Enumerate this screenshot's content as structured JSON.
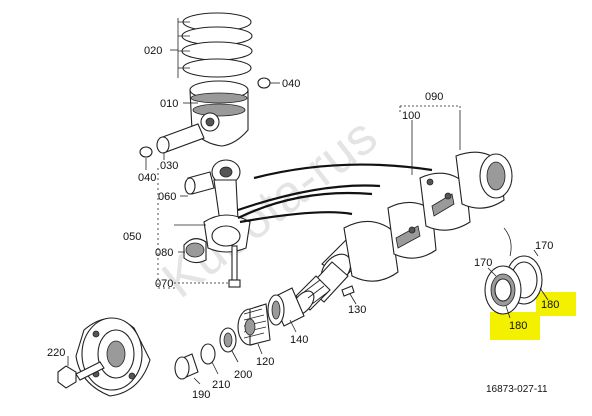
{
  "diagram": {
    "callouts": {
      "c020": "020",
      "c040a": "040",
      "c010": "010",
      "c030": "030",
      "c040b": "040",
      "c060": "060",
      "c050": "050",
      "c080": "080",
      "c070": "070",
      "c090": "090",
      "c100": "100",
      "c170a": "170",
      "c170b": "170",
      "c180a": "180",
      "c180b": "180",
      "c130": "130",
      "c140": "140",
      "c120": "120",
      "c200": "200",
      "c210": "210",
      "c190": "190",
      "c220": "220"
    },
    "drawing_number": "16873-027-11",
    "watermark": "Kubota-rus",
    "highlight_color": "#f3f000"
  }
}
